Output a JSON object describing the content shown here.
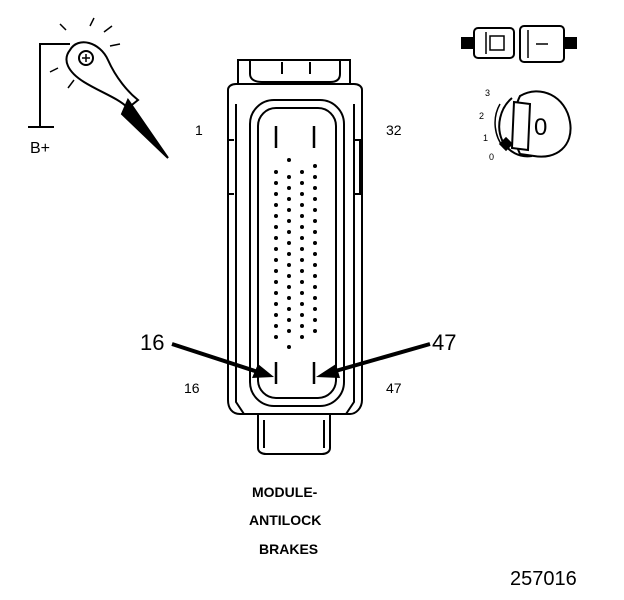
{
  "probe": {
    "supply_label": "B+"
  },
  "connector": {
    "pin_labels": {
      "top_left": "1",
      "top_right": "32",
      "bottom_left": "16",
      "bottom_right": "47"
    },
    "callouts": {
      "left": "16",
      "right": "47"
    }
  },
  "ignition_switch": {
    "positions": [
      "3",
      "2",
      "1",
      "0"
    ],
    "key_position": "0"
  },
  "caption": {
    "lines": [
      "MODULE-",
      "ANTILOCK",
      "BRAKES"
    ]
  },
  "figure_id": "257016"
}
